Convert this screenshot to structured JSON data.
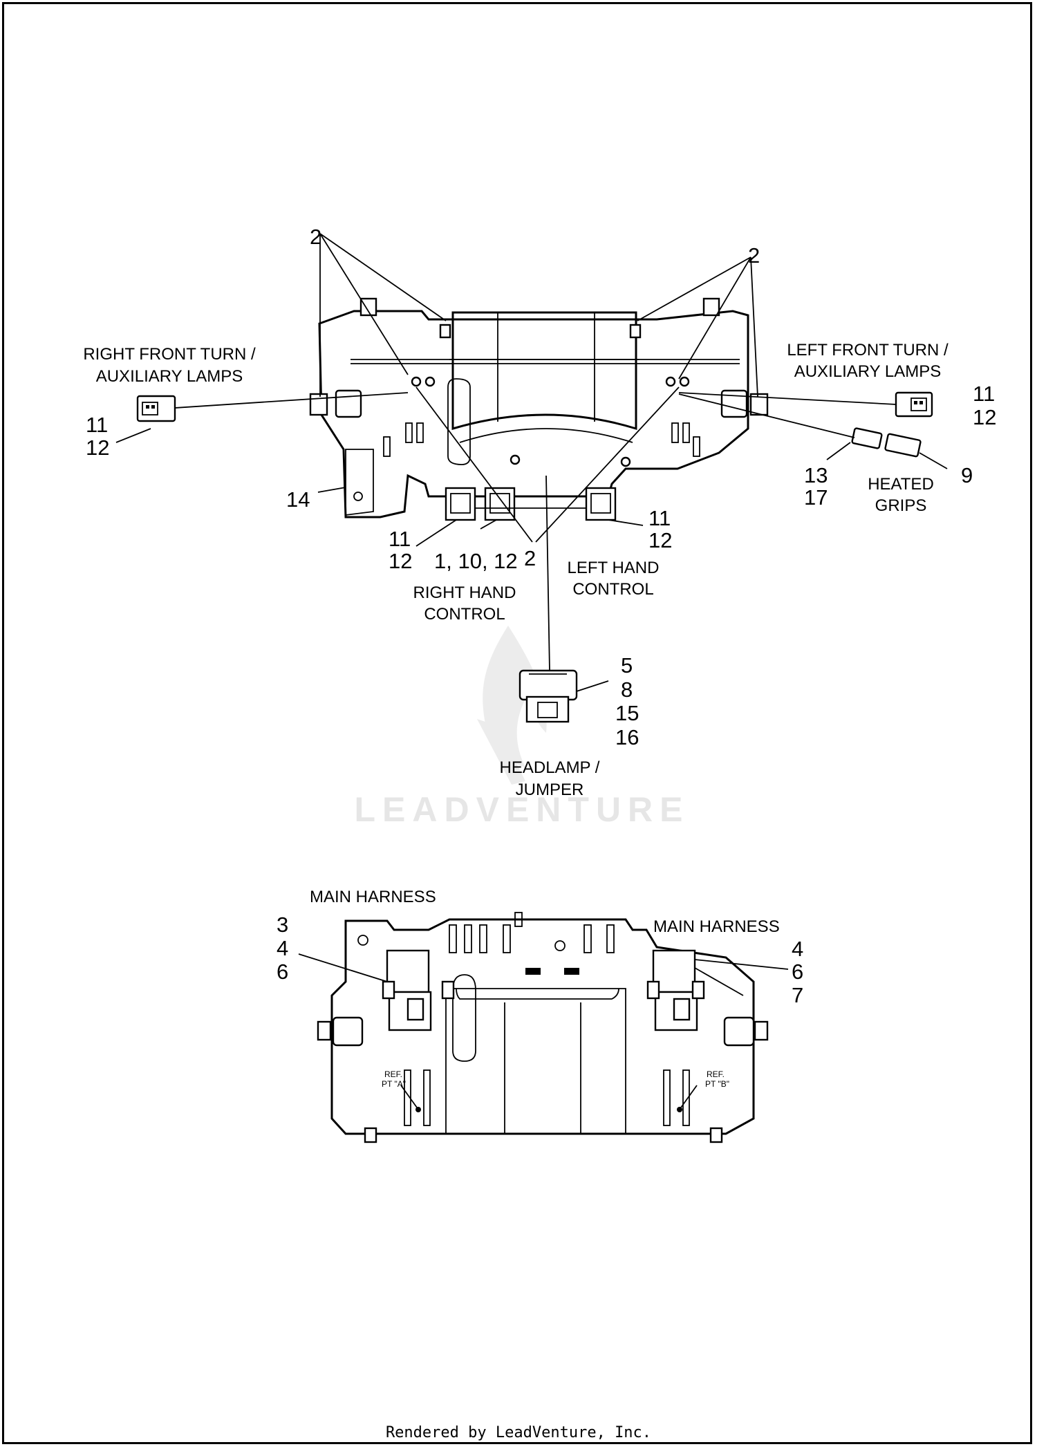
{
  "labels": {
    "top_left_2": "2",
    "top_right_2": "2",
    "right_front_turn_line1": "RIGHT FRONT TURN /",
    "right_front_turn_line2": "AUXILIARY LAMPS",
    "left_front_turn_line1": "LEFT FRONT TURN /",
    "left_front_turn_line2": "AUXILIARY LAMPS",
    "rf_11": "11",
    "rf_12": "12",
    "lf_11": "11",
    "lf_12": "12",
    "n13": "13",
    "n17": "17",
    "heated_line1": "HEATED",
    "heated_line2": "GRIPS",
    "n9": "9",
    "n14": "14",
    "rhc_11": "11",
    "rhc_12": "12",
    "rhc_multi": "1, 10, 12",
    "center_2": "2",
    "lhc_11": "11",
    "lhc_12": "12",
    "left_hand_line1": "LEFT HAND",
    "left_hand_line2": "CONTROL",
    "right_hand_line1": "RIGHT HAND",
    "right_hand_line2": "CONTROL",
    "hl_5": "5",
    "hl_8": "8",
    "hl_15": "15",
    "hl_16": "16",
    "headlamp_line1": "HEADLAMP /",
    "headlamp_line2": "JUMPER",
    "main_harness_left": "MAIN HARNESS",
    "main_harness_right": "MAIN HARNESS",
    "bl_3": "3",
    "bl_4": "4",
    "bl_6": "6",
    "br_4": "4",
    "br_6": "6",
    "br_7": "7",
    "ref_a_line1": "REF.",
    "ref_a_line2": "PT \"A\"",
    "ref_b_line1": "REF.",
    "ref_b_line2": "PT \"B\""
  },
  "watermark": "LEADVENTURE",
  "footer": "Rendered by LeadVenture, Inc."
}
